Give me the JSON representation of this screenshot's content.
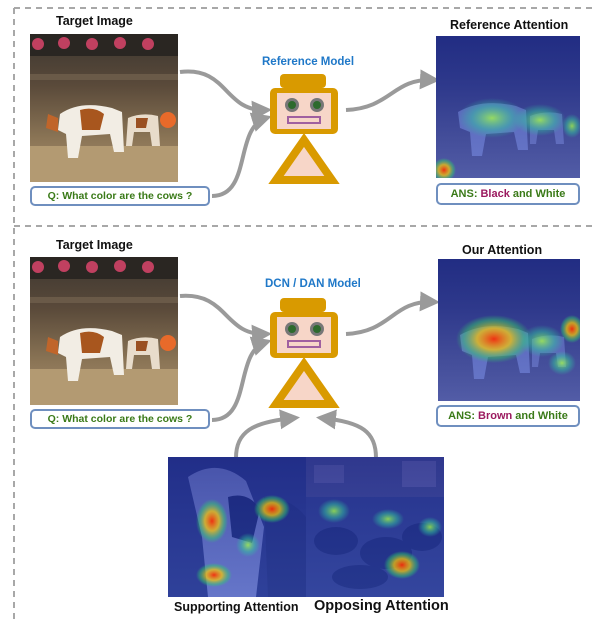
{
  "top_panel": {
    "image_title": "Target Image",
    "model_title": "Reference Model",
    "attention_title": "Reference Attention",
    "question": "Q: What color are the cows ?",
    "answer_prefix": "ANS:",
    "answer_color": "Black",
    "answer_suffix": "and White"
  },
  "bottom_panel": {
    "image_title": "Target Image",
    "model_title": "DCN / DAN Model",
    "attention_title": "Our Attention",
    "question": "Q: What color are the cows ?",
    "answer_prefix": "ANS:",
    "answer_color": "Brown",
    "answer_suffix": "and White",
    "supporting_caption": "Supporting Attention",
    "opposing_caption": "Opposing Attention"
  },
  "colors": {
    "divider": "#a8a8a8",
    "arrow": "#9a9a9a",
    "robot_body": "#d99a00",
    "robot_face": "#f7d6c8",
    "box_border": "#6f8fbf",
    "question_text": "#3a7a18",
    "answer_highlight": "#9b1a5f",
    "model_title": "#1f78c8"
  },
  "icons": [
    "robot-icon",
    "arrow-icon"
  ]
}
